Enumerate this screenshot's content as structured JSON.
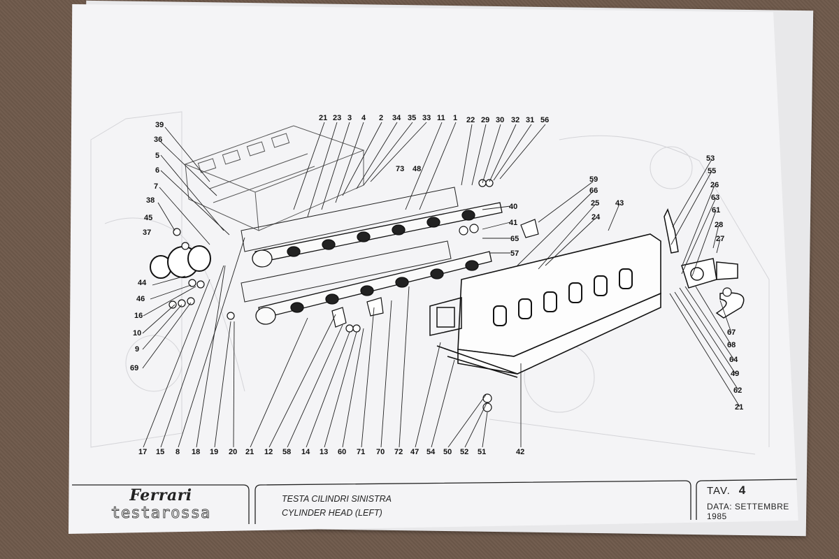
{
  "callout_numbers": [
    {
      "n": "39"
    },
    {
      "n": "36"
    },
    {
      "n": "5"
    },
    {
      "n": "6"
    },
    {
      "n": "7"
    },
    {
      "n": "38"
    },
    {
      "n": "45"
    },
    {
      "n": "37"
    },
    {
      "n": "44"
    },
    {
      "n": "46"
    },
    {
      "n": "16"
    },
    {
      "n": "10"
    },
    {
      "n": "9"
    },
    {
      "n": "69"
    },
    {
      "n": "21"
    },
    {
      "n": "23"
    },
    {
      "n": "3"
    },
    {
      "n": "4"
    },
    {
      "n": "2"
    },
    {
      "n": "34"
    },
    {
      "n": "35"
    },
    {
      "n": "33"
    },
    {
      "n": "11"
    },
    {
      "n": "1"
    },
    {
      "n": "22"
    },
    {
      "n": "29"
    },
    {
      "n": "30"
    },
    {
      "n": "32"
    },
    {
      "n": "31"
    },
    {
      "n": "56"
    },
    {
      "n": "73"
    },
    {
      "n": "48"
    },
    {
      "n": "40"
    },
    {
      "n": "41"
    },
    {
      "n": "65"
    },
    {
      "n": "57"
    },
    {
      "n": "59"
    },
    {
      "n": "66"
    },
    {
      "n": "25"
    },
    {
      "n": "24"
    },
    {
      "n": "43"
    },
    {
      "n": "53"
    },
    {
      "n": "55"
    },
    {
      "n": "26"
    },
    {
      "n": "63"
    },
    {
      "n": "61"
    },
    {
      "n": "28"
    },
    {
      "n": "27"
    },
    {
      "n": "67"
    },
    {
      "n": "68"
    },
    {
      "n": "64"
    },
    {
      "n": "49"
    },
    {
      "n": "62"
    },
    {
      "n": "21"
    },
    {
      "n": "17"
    },
    {
      "n": "15"
    },
    {
      "n": "8"
    },
    {
      "n": "18"
    },
    {
      "n": "19"
    },
    {
      "n": "20"
    },
    {
      "n": "21"
    },
    {
      "n": "12"
    },
    {
      "n": "58"
    },
    {
      "n": "14"
    },
    {
      "n": "13"
    },
    {
      "n": "60"
    },
    {
      "n": "71"
    },
    {
      "n": "70"
    },
    {
      "n": "72"
    },
    {
      "n": "47"
    },
    {
      "n": "54"
    },
    {
      "n": "50"
    },
    {
      "n": "52"
    },
    {
      "n": "51"
    },
    {
      "n": "42"
    }
  ],
  "title_block": {
    "brand": "Ferrari",
    "model": "testarossa",
    "title_it": "TESTA CILINDRI SINISTRA",
    "title_en": "CYLINDER HEAD (LEFT)",
    "tav_label": "TAV.",
    "tav_number": "4",
    "data_label": "DATA:",
    "data_value": "SETTEMBRE 1985"
  },
  "colors": {
    "ink": "#111111",
    "paper": "#f4f4f6",
    "background": "#6e5a4c"
  }
}
